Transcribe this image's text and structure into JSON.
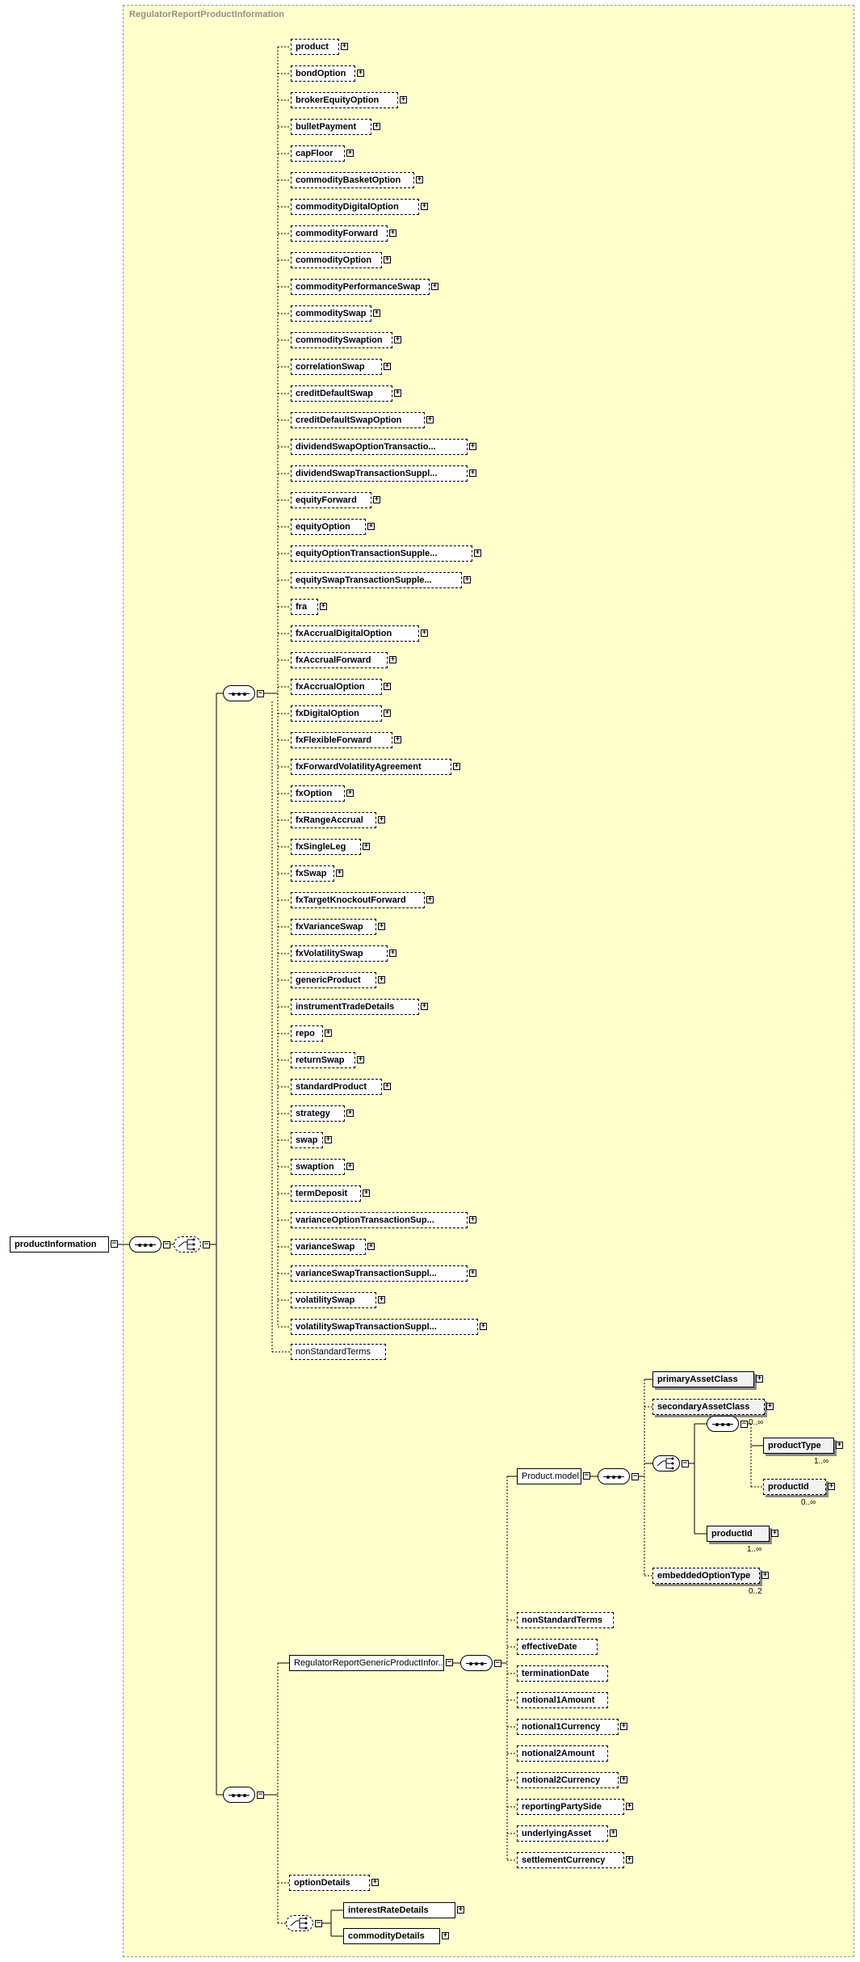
{
  "root": {
    "title": "RegulatorReportProductInformation",
    "element": "productInformation"
  },
  "choice_product_elements": [
    "product",
    "bondOption",
    "brokerEquityOption",
    "bulletPayment",
    "capFloor",
    "commodityBasketOption",
    "commodityDigitalOption",
    "commodityForward",
    "commodityOption",
    "commodityPerformanceSwap",
    "commoditySwap",
    "commoditySwaption",
    "correlationSwap",
    "creditDefaultSwap",
    "creditDefaultSwapOption",
    "dividendSwapOptionTransactio...",
    "dividendSwapTransactionSuppl...",
    "equityForward",
    "equityOption",
    "equityOptionTransactionSupple...",
    "equitySwapTransactionSupple...",
    "fra",
    "fxAccrualDigitalOption",
    "fxAccrualForward",
    "fxAccrualOption",
    "fxDigitalOption",
    "fxFlexibleForward",
    "fxForwardVolatilityAgreement",
    "fxOption",
    "fxRangeAccrual",
    "fxSingleLeg",
    "fxSwap",
    "fxTargetKnockoutForward",
    "fxVarianceSwap",
    "fxVolatilitySwap",
    "genericProduct",
    "instrumentTradeDetails",
    "repo",
    "returnSwap",
    "standardProduct",
    "strategy",
    "swap",
    "swaption",
    "termDeposit",
    "varianceOptionTransactionSup...",
    "varianceSwap",
    "varianceSwapTransactionSuppl...",
    "volatilitySwap",
    "volatilitySwapTransactionSuppl..."
  ],
  "non_standard_terms_1": "nonStandardTerms",
  "generic": {
    "group_label": "RegulatorReportGenericProductInfor...",
    "product_model": "Product.model",
    "primary_asset_class": "primaryAssetClass",
    "secondary_asset_class": "secondaryAssetClass",
    "secondary_card": "0..∞",
    "product_type": "productType",
    "product_type_card": "1..∞",
    "product_id_opt": "productId",
    "product_id_opt_card": "0..∞",
    "product_id": "productId",
    "product_id_card": "1..∞",
    "embedded_option_type": "embeddedOptionType",
    "embedded_card": "0..2",
    "tail_elements": [
      "nonStandardTerms",
      "effectiveDate",
      "terminationDate",
      "notional1Amount",
      "notional1Currency",
      "notional2Amount",
      "notional2Currency",
      "reportingPartySide",
      "underlyingAsset",
      "settlementCurrency"
    ]
  },
  "option_details": "optionDetails",
  "interest_rate_details": "interestRateDetails",
  "commodity_details": "commodityDetails"
}
